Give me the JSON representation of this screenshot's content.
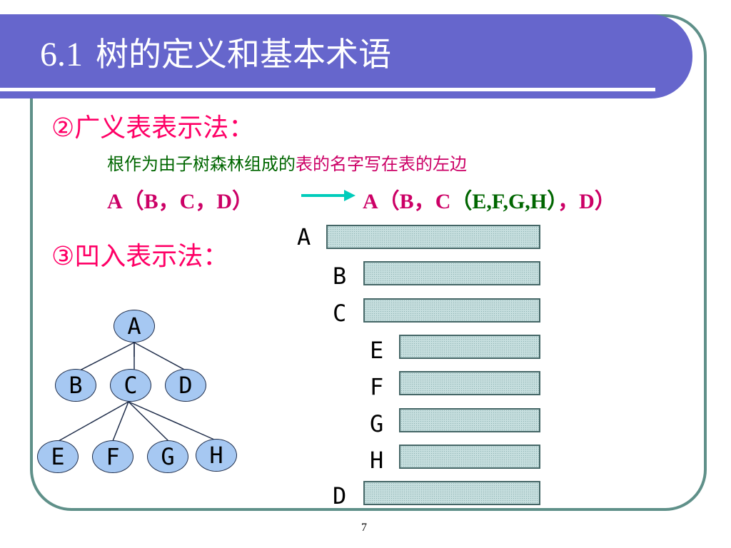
{
  "slide": {
    "title_number": "6.1",
    "title_text": "树的定义和基本术语",
    "page_number": "7"
  },
  "section2": {
    "heading": "②广义表表示法：",
    "desc_part1": "根作为由子树森林组成的",
    "desc_part2": "表的名字写在表的左边",
    "expr_left": "A（B，C，D）",
    "expr_right": {
      "a": "A（",
      "b": "B，",
      "c": "C",
      "inner": "（E,F,G,H）",
      "sep": "，",
      "d": "D",
      "close": "）"
    }
  },
  "section3": {
    "heading": "③凹入表示法：",
    "rows": [
      {
        "label": "A",
        "level": 0
      },
      {
        "label": "B",
        "level": 1
      },
      {
        "label": "C",
        "level": 1
      },
      {
        "label": "E",
        "level": 2
      },
      {
        "label": "F",
        "level": 2
      },
      {
        "label": "G",
        "level": 2
      },
      {
        "label": "H",
        "level": 2
      },
      {
        "label": "D",
        "level": 1
      }
    ]
  },
  "tree": {
    "root": "A",
    "level1": [
      "B",
      "C",
      "D"
    ],
    "level2": [
      "E",
      "F",
      "G",
      "H"
    ]
  },
  "colors": {
    "banner": "#6666cc",
    "frame": "#5f9089",
    "heading": "#ff0066",
    "green": "#006600",
    "magenta": "#cc0066",
    "arrow": "#00ccbb",
    "node_fill": "#a6c8f2"
  }
}
